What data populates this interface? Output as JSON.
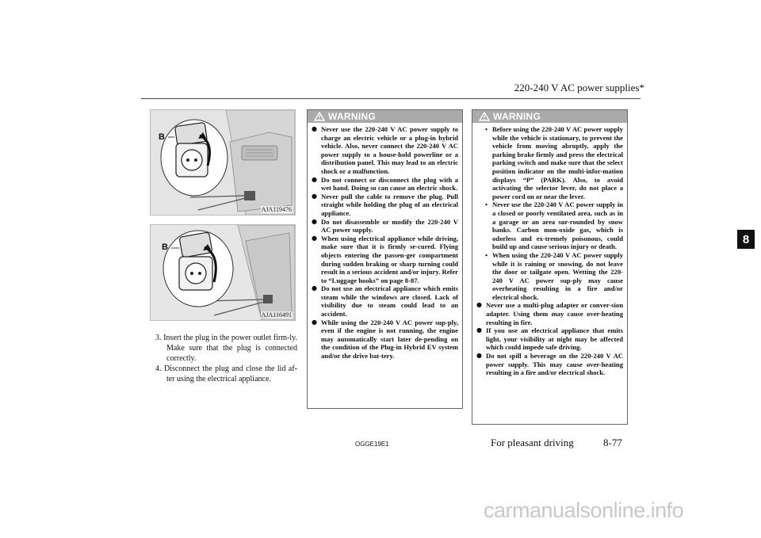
{
  "header": {
    "title": "220-240 V AC power supplies*"
  },
  "chapter_tab": "8",
  "figures": [
    {
      "code": "AJA119476",
      "label": "B"
    },
    {
      "code": "AJA116491",
      "label": "B"
    }
  ],
  "steps": [
    "3. Insert the plug in the power outlet firm-ly. Make sure that the plug is connected correctly.",
    "4. Disconnect the plug and close the lid af-ter using the electrical appliance."
  ],
  "warning1": {
    "title": "WARNING",
    "items": [
      "Never use the 220-240 V AC power supply to charge an electric vehicle or a plug-in hybrid vehicle. Also, never connect the 220-240 V AC power supply to a house-hold powerline or a distribution panel. This may lead to an electric shock or a malfunction.",
      "Do not connect or disconnect the plug with a wet hand. Doing so can cause an electric shock.",
      "Never pull the cable to remove the plug. Pull straight while holding the plug of an electrical appliance.",
      "Do not disassemble or modify the 220-240 V AC power supply.",
      "When using electrical appliance while driving, make sure that it is firmly se-cured. Flying objects entering the passen-ger compartment during sudden braking or sharp turning could result in a serious accident and/or injury. Refer to “Luggage hooks” on page 8-87.",
      "Do not use an electrical appliance which emits steam while the windows are closed. Lack of visibility due to steam could lead to an accident.",
      "While using the 220-240 V AC power sup-ply, even if the engine is not running, the engine may automatically start later de-pending on the condition of the Plug-in Hybrid EV system and/or the drive bat-tery."
    ]
  },
  "warning2": {
    "title": "WARNING",
    "subitems": [
      "Before using the 220-240 V AC power supply while the vehicle is stationary, to prevent the vehicle from moving abruptly, apply the parking brake firmly and press the electrical parking switch and make sure that the select position indicator on the multi-infor-mation displays “P” (PARK). Also, to avoid activating the selector lever, do not place a power cord on or near the lever.",
      "Never use the 220-240 V AC power supply in a closed or poorly ventilated area, such as in a garage or an area sur-rounded by snow banks. Carbon mon-oxide gas, which is odorless and ex-tremely poisonous, could build up and cause serious injury or death.",
      "When using the 220-240 V AC power supply while it is raining or snowing, do not leave the door or tailgate open. Wetting the 220-240 V AC power sup-ply may cause overheating resulting in a fire and/or electrical shock."
    ],
    "items": [
      "Never use a multi-plug adapter or conver-sion adapter. Using them may cause over-heating resulting in fire.",
      "If you use an electrical appliance that emits light, your visibility at night may be affected which could impede safe driving.",
      "Do not spill a beverage on the 220-240 V AC power supply. This may cause over-heating resulting in a fire and/or electrical shock."
    ]
  },
  "footer": {
    "code": "OGGE19E1",
    "section": "For pleasant driving",
    "page": "8-77"
  },
  "watermark": "carmanualsonline.info"
}
